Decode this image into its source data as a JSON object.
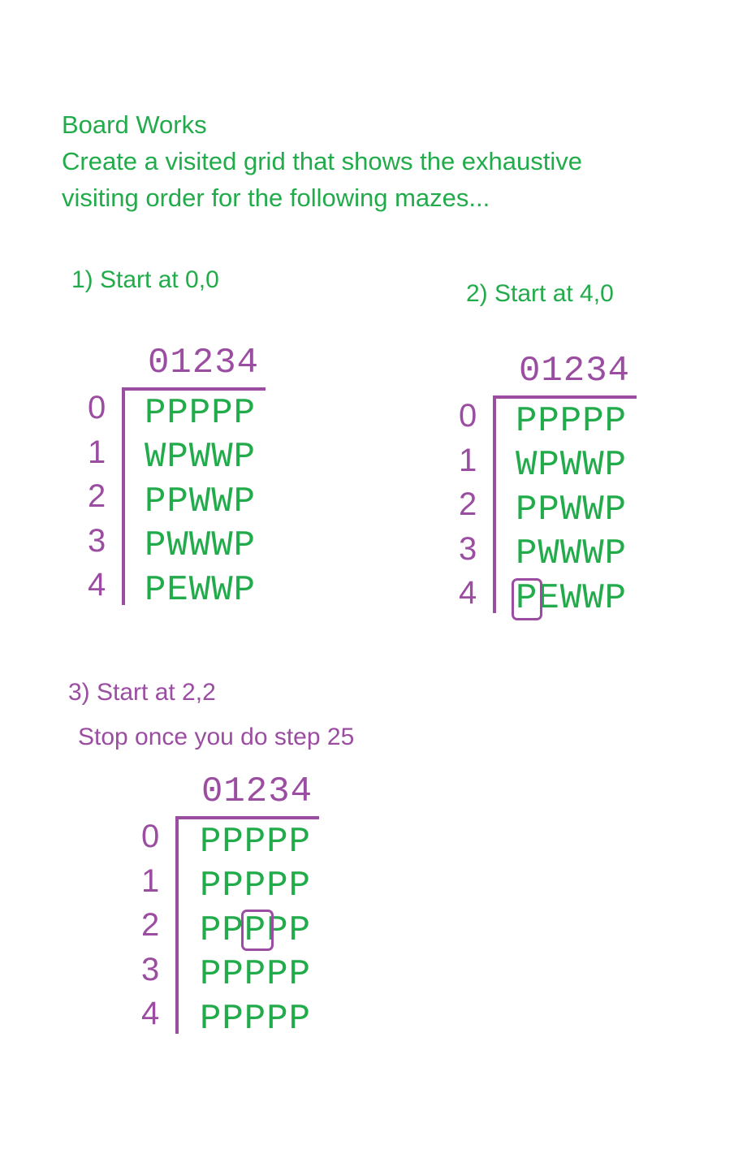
{
  "header": {
    "line1": "Board Works",
    "line2": "Create a visited grid that shows the exhaustive",
    "line3": "visiting order for the following mazes..."
  },
  "maze1": {
    "label": "1) Start at 0,0",
    "columns": "01234",
    "row_numbers": [
      "0",
      "1",
      "2",
      "3",
      "4"
    ],
    "rows": [
      "PPPPP",
      "WPWWP",
      "PPWWP",
      "PWWWP",
      "PEWWP"
    ]
  },
  "maze2": {
    "label": "2) Start at 4,0",
    "columns": "01234",
    "row_numbers": [
      "0",
      "1",
      "2",
      "3",
      "4"
    ],
    "rows": [
      "PPPPP",
      "WPWWP",
      "PPWWP",
      "PWWWP",
      "PEWWP"
    ]
  },
  "maze3": {
    "label": "3) Start at 2,2",
    "note": "Stop once you do step 25",
    "columns": "01234",
    "row_numbers": [
      "0",
      "1",
      "2",
      "3",
      "4"
    ],
    "rows": [
      "PPPPP",
      "PPPPP",
      "PPPPP",
      "PPPPP",
      "PPPPP"
    ]
  },
  "colors": {
    "green": "#22ab4a",
    "purple": "#9b4da1"
  }
}
